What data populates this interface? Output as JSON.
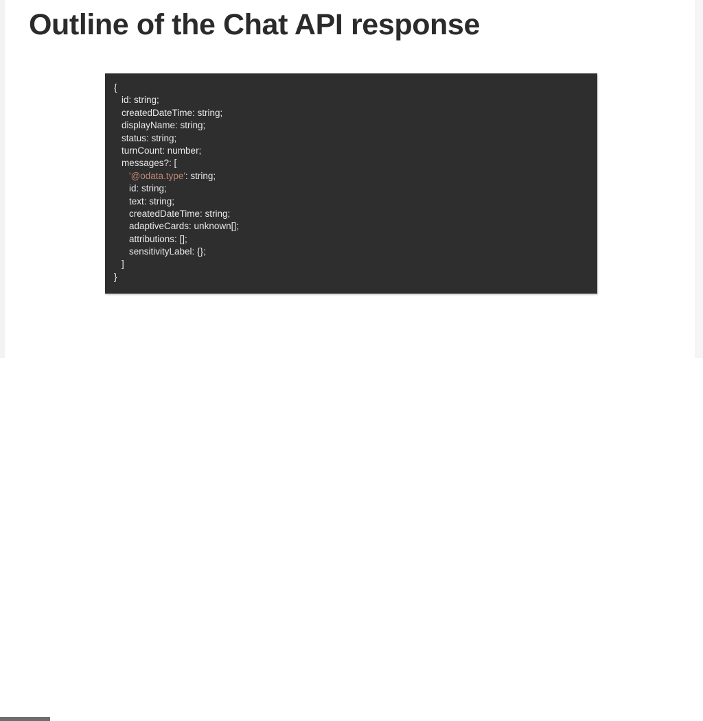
{
  "slide": {
    "title": "Outline of the Chat API response",
    "title_color": "#2b2b2b",
    "background_color": "#ffffff"
  },
  "code_block": {
    "background_color": "#2e2e2e",
    "text_color": "#e8e8e8",
    "string_key_color": "#bf8976",
    "language": "typescript",
    "lines": [
      {
        "indent": 0,
        "text": "{"
      },
      {
        "indent": 1,
        "text": "id: string;"
      },
      {
        "indent": 1,
        "text": "createdDateTime: string;"
      },
      {
        "indent": 1,
        "text": "displayName: string;"
      },
      {
        "indent": 1,
        "text": "status: string;"
      },
      {
        "indent": 1,
        "text": "turnCount: number;"
      },
      {
        "indent": 1,
        "text": "messages?: ["
      },
      {
        "indent": 2,
        "text": "'@odata.type': string;",
        "key": "'@odata.type'",
        "rest": ": string;"
      },
      {
        "indent": 2,
        "text": "id: string;"
      },
      {
        "indent": 2,
        "text": "text: string;"
      },
      {
        "indent": 2,
        "text": "createdDateTime: string;"
      },
      {
        "indent": 2,
        "text": "adaptiveCards: unknown[];"
      },
      {
        "indent": 2,
        "text": "attributions: [];"
      },
      {
        "indent": 2,
        "text": "sensitivityLabel: {};"
      },
      {
        "indent": 1,
        "text": "]"
      },
      {
        "indent": 0,
        "text": "}"
      }
    ]
  },
  "scrollbar": {
    "orientation": "horizontal",
    "thumb_color": "#6e6e6e",
    "position": "left"
  }
}
